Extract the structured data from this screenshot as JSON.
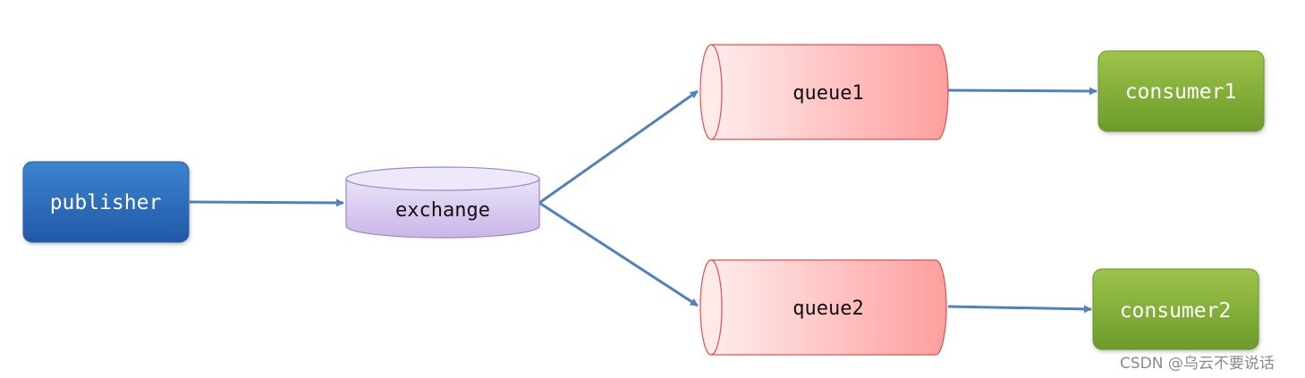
{
  "diagram": {
    "nodes": {
      "publisher": {
        "label": "publisher",
        "color": "#2e6db8"
      },
      "exchange": {
        "label": "exchange",
        "color": "#d6c7ee"
      },
      "queue1": {
        "label": "queue1",
        "color": "#ffa8a8"
      },
      "queue2": {
        "label": "queue2",
        "color": "#ffa8a8"
      },
      "consumer1": {
        "label": "consumer1",
        "color": "#8ab438"
      },
      "consumer2": {
        "label": "consumer2",
        "color": "#8ab438"
      }
    },
    "edges": [
      {
        "from": "publisher",
        "to": "exchange"
      },
      {
        "from": "exchange",
        "to": "queue1"
      },
      {
        "from": "exchange",
        "to": "queue2"
      },
      {
        "from": "queue1",
        "to": "consumer1"
      },
      {
        "from": "queue2",
        "to": "consumer2"
      }
    ],
    "edge_color": "#4f81bd"
  },
  "watermark": "CSDN @乌云不要说话"
}
